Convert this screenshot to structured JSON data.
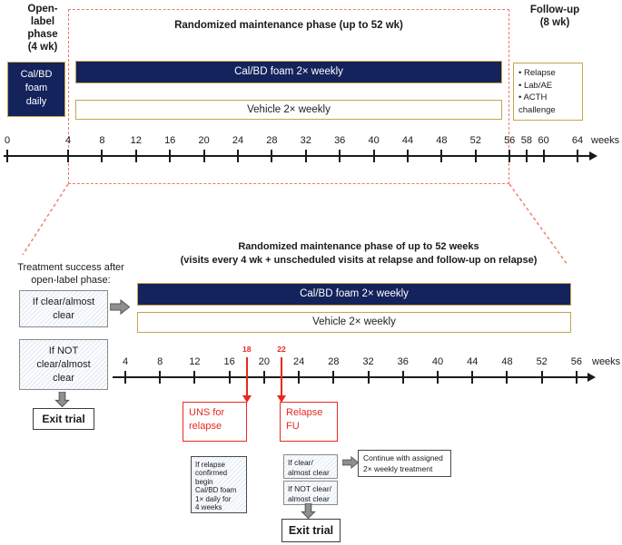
{
  "colors": {
    "navy": "#14235c",
    "gold": "#c7a44c",
    "red": "#e8281e",
    "dashed_red": "#f3756c",
    "arrow_gray": "#8e9090"
  },
  "top": {
    "open_label_phase_label": "Open-\nlabel\nphase\n(4 wk)",
    "maintenance_title": "Randomized maintenance phase (up to 52 wk)",
    "followup_label": "Follow-up\n(8 wk)",
    "open_label_bar_label": "Cal/BD\nfoam\ndaily",
    "calbd_bar_label": "Cal/BD foam 2× weekly",
    "vehicle_bar_label": "Vehicle 2× weekly",
    "followup_items": [
      "• Relapse",
      "• Lab/AE",
      "• ACTH challenge"
    ],
    "axis": {
      "ticks": [
        0,
        4,
        8,
        12,
        16,
        20,
        24,
        28,
        32,
        36,
        40,
        44,
        48,
        52,
        56,
        58,
        60,
        64
      ],
      "unit": "weeks"
    }
  },
  "bottom": {
    "title_line1": "Randomized maintenance phase of up to 52 weeks",
    "title_line2": "(visits every 4 wk + unscheduled visits at relapse and follow-up on relapse)",
    "caption": "Treatment success after\nopen-label phase:",
    "if_clear_label": "If clear/almost\nclear",
    "if_not_clear_label": "If NOT\nclear/almost\nclear",
    "exit_trial_label": "Exit trial",
    "calbd_bar_label": "Cal/BD foam 2× weekly",
    "vehicle_bar_label": "Vehicle 2× weekly",
    "axis": {
      "ticks": [
        4,
        8,
        12,
        16,
        20,
        24,
        28,
        32,
        36,
        40,
        44,
        48,
        52,
        56
      ],
      "unit": "weeks"
    },
    "markers": [
      {
        "week": 18,
        "label": "18"
      },
      {
        "week": 22,
        "label": "22"
      }
    ],
    "uns_label": "UNS for\nrelapse",
    "relapse_fu_label": "Relapse\nFU",
    "relapse_info": "If relapse\nconfirmed\nbegin\nCal/BD foam\n1× daily for\n4 weeks",
    "fu_if_clear_label": "If clear/\nalmost clear",
    "fu_if_not_clear_label": "If NOT clear/\nalmost clear",
    "continue_label": "Continue with assigned\n2× weekly treatment",
    "exit_trial2_label": "Exit trial"
  }
}
